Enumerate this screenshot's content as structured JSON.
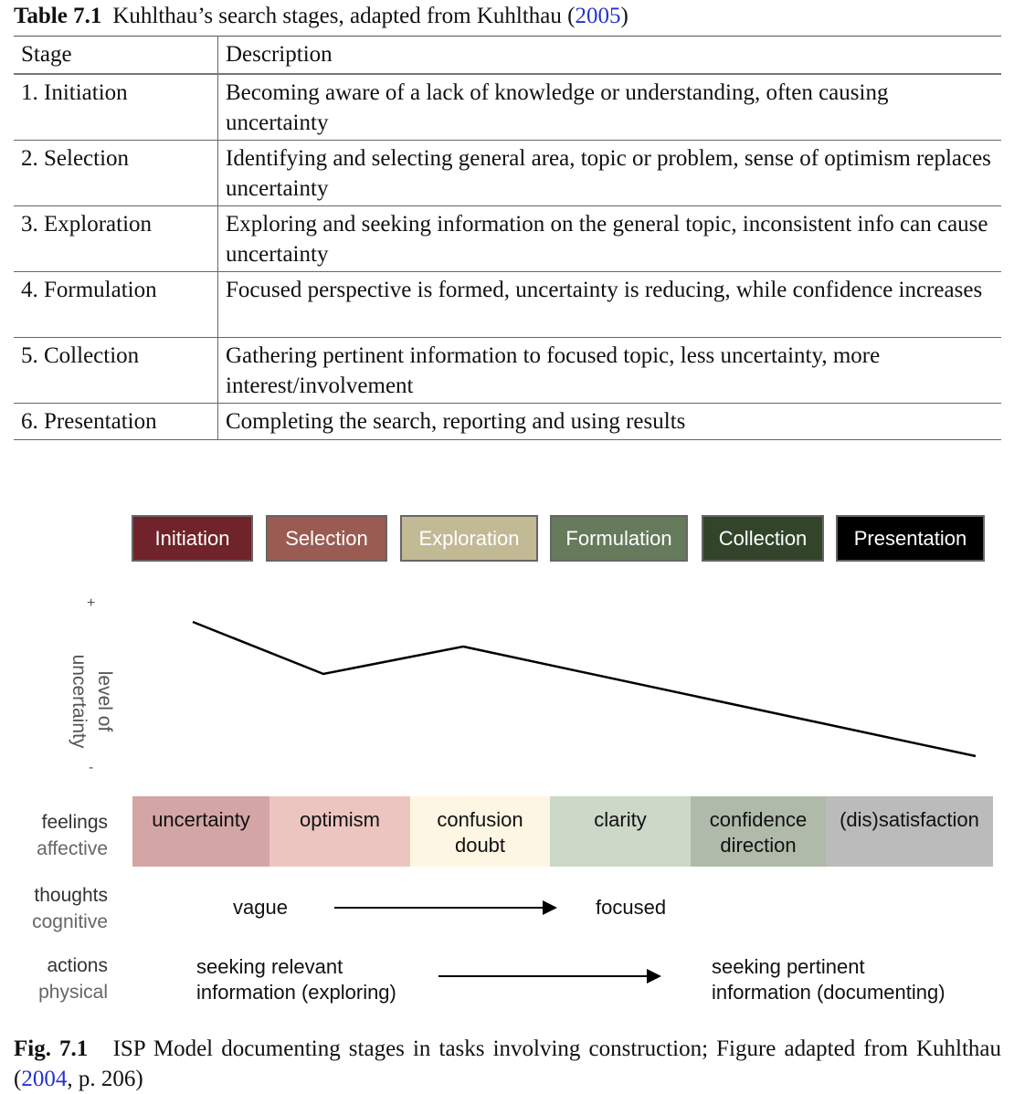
{
  "table": {
    "label": "Table 7.1",
    "caption": "Kuhlthau’s search stages, adapted from Kuhlthau (",
    "caption_year": "2005",
    "caption_end": ")",
    "headers": [
      "Stage",
      "Description"
    ],
    "rows": [
      {
        "stage": "1. Initiation",
        "desc": "Becoming aware of a lack of knowledge or understanding, often causing uncertainty"
      },
      {
        "stage": "2. Selection",
        "desc": "Identifying and selecting general area, topic or problem, sense of optimism replaces uncertainty"
      },
      {
        "stage": "3. Exploration",
        "desc": "Exploring and seeking information on the general topic, inconsistent info can cause uncertainty"
      },
      {
        "stage": "4. Formulation",
        "desc": "Focused perspective is formed, uncertainty is reducing, while confidence increases"
      },
      {
        "stage": "5. Collection",
        "desc": "Gathering pertinent information to focused topic, less uncertainty, more interest/involvement"
      },
      {
        "stage": "6. Presentation",
        "desc": "Completing the search, reporting and using results"
      }
    ]
  },
  "figure": {
    "stages": [
      {
        "label": "Initiation",
        "color": "#70232a"
      },
      {
        "label": "Selection",
        "color": "#9a5b52"
      },
      {
        "label": "Exploration",
        "color": "#c2b995"
      },
      {
        "label": "Formulation",
        "color": "#667a5c"
      },
      {
        "label": "Collection",
        "color": "#32452a"
      },
      {
        "label": "Presentation",
        "color": "#000000"
      }
    ],
    "axis": {
      "line1": "level of",
      "line2": "uncertainty",
      "plus": "+",
      "minus": "-"
    },
    "uncertainty_levels": [
      0.88,
      0.5,
      0.7,
      -0.1
    ],
    "feelings": [
      {
        "label": "uncertainty",
        "color": "#d4a5a5"
      },
      {
        "label": "optimism",
        "color": "#ecc5c0"
      },
      {
        "label": "confusion doubt",
        "line1": "confusion",
        "line2": "doubt",
        "color": "#fdf6e3"
      },
      {
        "label": "clarity",
        "color": "#ccd8c8"
      },
      {
        "label": "confidence direction",
        "line1": "confidence",
        "line2": "direction",
        "color": "#b0baaa"
      },
      {
        "label": "(dis)satisfaction",
        "color": "#bbbbbb"
      }
    ],
    "rows": {
      "affective": {
        "a": "feelings",
        "b": "affective"
      },
      "cognitive": {
        "a": "thoughts",
        "b": "cognitive",
        "from": "vague",
        "to": "focused"
      },
      "physical": {
        "a": "actions",
        "b": "physical",
        "from1": "seeking relevant",
        "from2": "information (exploring)",
        "to1": "seeking pertinent",
        "to2": "information (documenting)"
      }
    },
    "caption_label": "Fig. 7.1",
    "caption": "ISP Model documenting stages in tasks involving construction;  Figure adapted from Kuhlthau (",
    "caption_year": "2004",
    "caption_end": ", p. 206)"
  }
}
